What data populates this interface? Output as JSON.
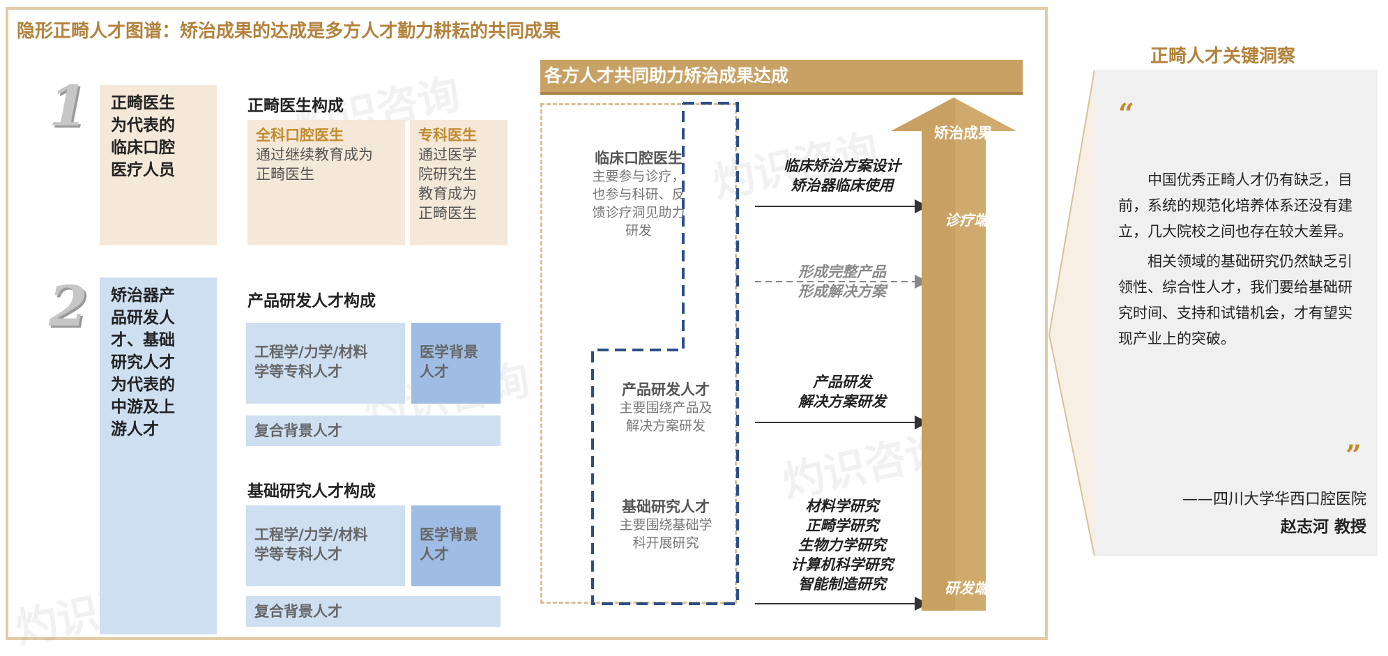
{
  "title": "隐形正畸人才图谱：矫治成果的达成是多方人才勤力耕耘的共同成果",
  "sections": [
    {
      "number": "1",
      "label_lines": [
        "正畸医生",
        "为代表的",
        "临床口腔",
        "医疗人员"
      ],
      "heading": "正畸医生构成",
      "boxes": [
        {
          "highlight": "全科口腔医生",
          "text_lines": [
            "通过继续教育成为",
            "正畸医生"
          ]
        },
        {
          "highlight": "专科医生",
          "text_lines": [
            "通过医学",
            "院研究生",
            "教育成为",
            "正畸医生"
          ]
        }
      ]
    },
    {
      "number": "2",
      "label_lines": [
        "矫治器产",
        "品研发人",
        "才、基础",
        "研究人才",
        "为代表的",
        "中游及上",
        "游人才"
      ],
      "groups": [
        {
          "heading": "产品研发人才构成",
          "box_a_lines": [
            "工程学/力学/材料",
            "学等专科人才"
          ],
          "box_b_lines": [
            "医学背景",
            "人才"
          ],
          "bottom": "复合背景人才"
        },
        {
          "heading": "基础研究人才构成",
          "box_a_lines": [
            "工程学/力学/材料",
            "学等专科人才"
          ],
          "box_b_lines": [
            "医学背景",
            "人才"
          ],
          "bottom": "复合背景人才"
        }
      ]
    }
  ],
  "banner": "各方人才共同助力矫治成果达成",
  "roles": [
    {
      "title": "临床口腔医生",
      "lines": [
        "主要参与诊疗，",
        "也参与科研、反",
        "馈诊疗洞见助力",
        "研发"
      ]
    },
    {
      "title": "产品研发人才",
      "lines": [
        "主要围绕产品及",
        "解决方案研发"
      ]
    },
    {
      "title": "基础研究人才",
      "lines": [
        "主要围绕基础学",
        "科开展研究"
      ]
    }
  ],
  "outcomes": [
    {
      "lines": [
        "临床矫治方案设计",
        "矫治器临床使用"
      ],
      "muted": false
    },
    {
      "lines": [
        "形成完整产品",
        "形成解决方案"
      ],
      "muted": true
    },
    {
      "lines": [
        "产品研发",
        "解决方案研发"
      ],
      "muted": false
    },
    {
      "lines": [
        "材料学研究",
        "正畸学研究",
        "生物力学研究",
        "计算机科学研究",
        "智能制造研究"
      ],
      "muted": false
    }
  ],
  "arrow_labels": {
    "top": "矫治成果",
    "middle": "诊疗端",
    "bottom": "研发端"
  },
  "sidebar": {
    "title": "正畸人才关键洞察",
    "open_quote": "“",
    "close_quote": "”",
    "paragraphs": [
      "中国优秀正畸人才仍有缺乏，目前，系统的规范化培养体系还没有建立，几大院校之间也存在较大差异。",
      "相关领域的基础研究仍然缺乏引领性、综合性人才，我们要给基础研究时间、支持和试错机会，才有望实现产业上的突破。"
    ],
    "source": "——四川大学华西口腔医院",
    "person": "赵志河 教授"
  },
  "watermark": "灼识咨询",
  "colors": {
    "gold": "#b3823c",
    "tan": "#c8a265",
    "navy": "#2d4f86",
    "light_blue": "#cddff1"
  }
}
